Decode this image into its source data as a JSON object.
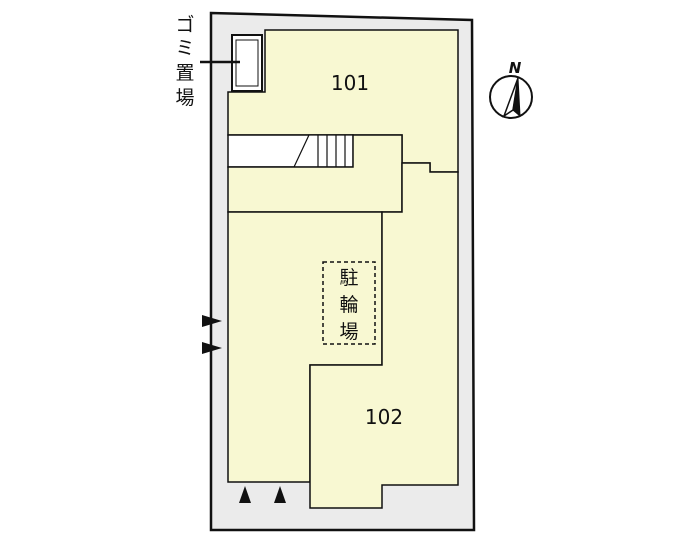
{
  "units": {
    "unit_101": "101",
    "unit_102": "102"
  },
  "facilities": {
    "garbage_area": [
      "ゴ",
      "ミ",
      "置",
      "場"
    ],
    "bicycle_parking": [
      "駐",
      "輪",
      "場"
    ]
  },
  "compass": {
    "letter": "N",
    "icon": "compass-north-icon"
  },
  "entrance_markers": {
    "icon": "entrance-arrow-icon",
    "west_count": 2,
    "south_count": 2
  },
  "colors": {
    "building_fill": "#f8f8d2",
    "site_fill": "#ebebeb",
    "stroke": "#111111",
    "background": "#ffffff"
  }
}
